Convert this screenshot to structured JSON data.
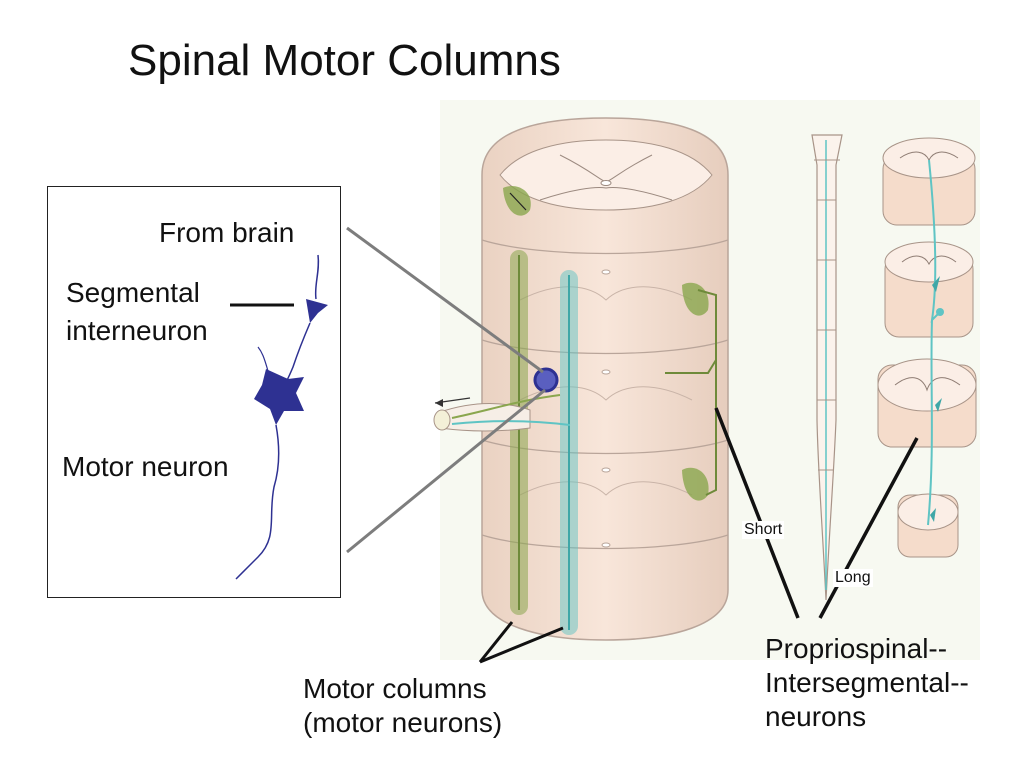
{
  "title": "Spinal Motor Columns",
  "inset": {
    "from_brain": "From brain",
    "segmental_line1": "Segmental",
    "segmental_line2": "interneuron",
    "motor_neuron": "Motor neuron"
  },
  "labels": {
    "short": "Short",
    "long": "Long",
    "motor_columns_line1": "Motor columns",
    "motor_columns_line2": "(motor neurons)",
    "proprio_line1": "Propriospinal--",
    "proprio_line2": "Intersegmental--",
    "proprio_line3": "neurons"
  },
  "colors": {
    "neuron": "#2e3192",
    "green_column": "#8aa64e",
    "teal_column": "#5fc4c4",
    "cord_fill": "#f5dccb",
    "cord_outline": "#b9a59a",
    "grey_line": "#7d7d7d"
  }
}
